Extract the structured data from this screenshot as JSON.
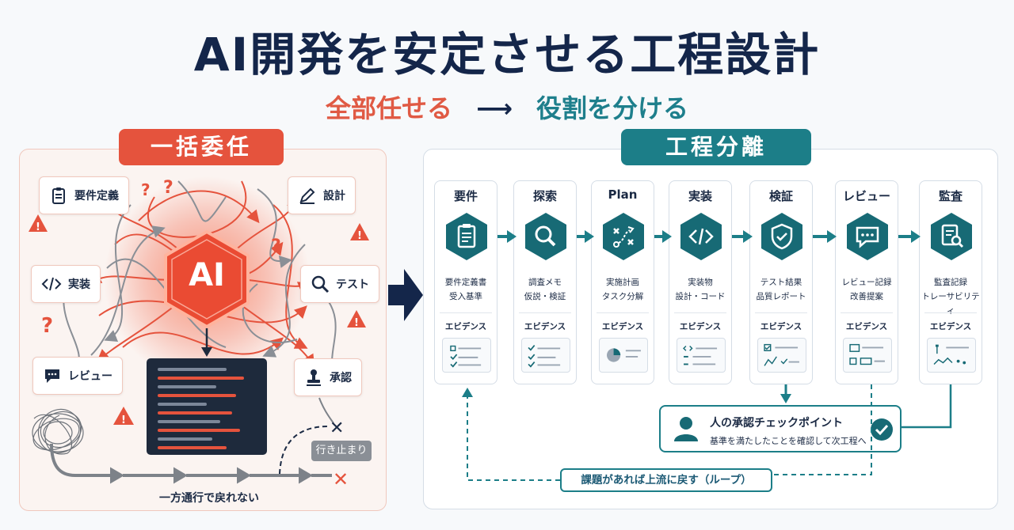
{
  "title": "AI開発を安定させる工程設計",
  "subtitle": {
    "from": "全部任せる",
    "arrow": "⟶",
    "to": "役割を分ける"
  },
  "left": {
    "badge": "一括委任",
    "center": "AI",
    "cards": [
      "要件定義",
      "設計",
      "実装",
      "テスト",
      "レビュー",
      "承認"
    ],
    "dead_end": "行き止まり",
    "one_way": "一方通行で戻れない",
    "question_mark": "?",
    "warning_mark": "!",
    "cross_mark": "✕"
  },
  "right": {
    "badge": "工程分離",
    "stages": [
      {
        "name": "要件",
        "out1": "要件定義書",
        "out2": "受入基準",
        "evidence": "エビデンス",
        "icon": "clipboard-icon"
      },
      {
        "name": "探索",
        "out1": "調査メモ",
        "out2": "仮説・検証",
        "evidence": "エビデンス",
        "icon": "magnifier-icon"
      },
      {
        "name": "Plan",
        "out1": "実施計画",
        "out2": "タスク分解",
        "evidence": "エビデンス",
        "icon": "strategy-icon"
      },
      {
        "name": "実装",
        "out1": "実装物",
        "out2": "設計・コード",
        "evidence": "エビデンス",
        "icon": "code-icon"
      },
      {
        "name": "検証",
        "out1": "テスト結果",
        "out2": "品質レポート",
        "evidence": "エビデンス",
        "icon": "shield-check-icon"
      },
      {
        "name": "レビュー",
        "out1": "レビュー記録",
        "out2": "改善提案",
        "evidence": "エビデンス",
        "icon": "comment-icon"
      },
      {
        "name": "監査",
        "out1": "監査記録",
        "out2": "トレーサビリティ",
        "evidence": "エビデンス",
        "icon": "audit-doc-icon"
      }
    ],
    "checkpoint": {
      "title": "人の承認チェックポイント",
      "desc": "基準を満たしたことを確認して次工程へ"
    },
    "loop": "課題があれば上流に戻す（ループ）"
  },
  "colors": {
    "navy": "#14264a",
    "red": "#e5533d",
    "teal": "#1c7e88",
    "dark_teal": "#176a75"
  }
}
